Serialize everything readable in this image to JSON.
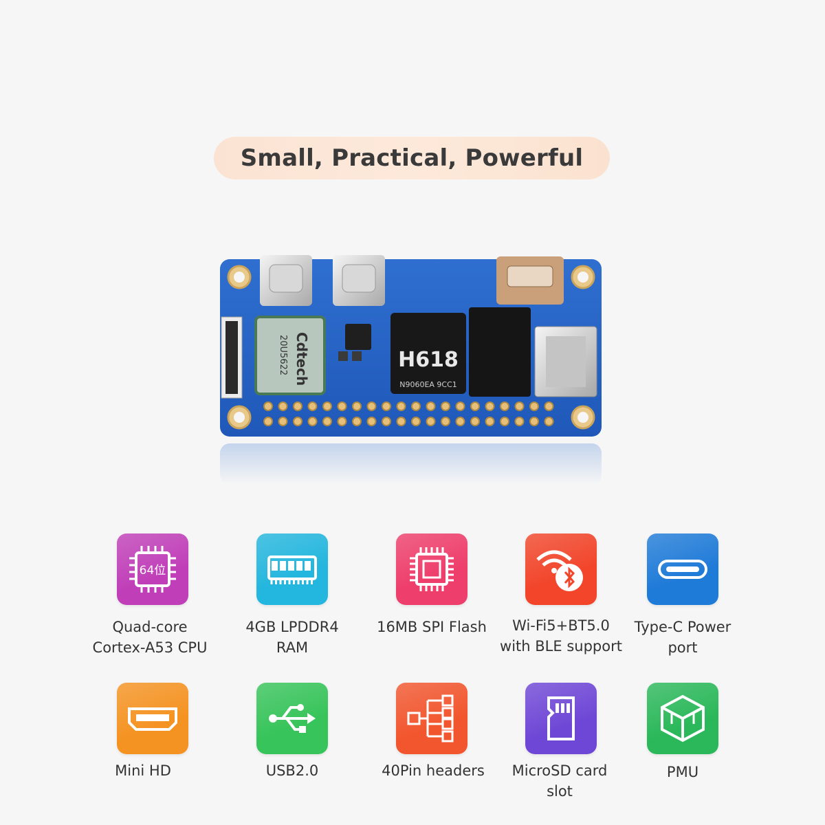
{
  "headline": "Small, Practical, Powerful",
  "board": {
    "wifi_module_brand": "Cdtech",
    "wifi_module_code": "20U5622",
    "soc_label": "H618",
    "soc_code": "N9060EA 9CC1"
  },
  "features": [
    {
      "icon": "cpu-64bit-icon",
      "color": "#c03fb8",
      "line1": "Quad-core",
      "line2": "Cortex-A53 CPU",
      "badge": "64位"
    },
    {
      "icon": "ram-module-icon",
      "color": "#23b6de",
      "line1": "4GB LPDDR4",
      "line2": "RAM"
    },
    {
      "icon": "chip-icon",
      "color": "#ee3e6b",
      "line1": "16MB SPI Flash",
      "line2": ""
    },
    {
      "icon": "wifi-bluetooth-icon",
      "color": "#f2452a",
      "line1": "Wi-Fi5+BT5.0",
      "line2": "with BLE support"
    },
    {
      "icon": "usb-c-port-icon",
      "color": "#1f7bd8",
      "line1": "Type-C Power",
      "line2": "port"
    },
    {
      "icon": "hdmi-port-icon",
      "color": "#f59322",
      "line1": "Mini HD",
      "line2": ""
    },
    {
      "icon": "usb-icon",
      "color": "#37c45a",
      "line1": "USB2.0",
      "line2": ""
    },
    {
      "icon": "pin-header-icon",
      "color": "#f2562e",
      "line1": "40Pin headers",
      "line2": ""
    },
    {
      "icon": "microsd-card-icon",
      "color": "#6f47d6",
      "line1": "MicroSD card",
      "line2": "slot"
    },
    {
      "icon": "pmu-cube-icon",
      "color": "#2bb85a",
      "line1": "PMU",
      "line2": ""
    }
  ]
}
